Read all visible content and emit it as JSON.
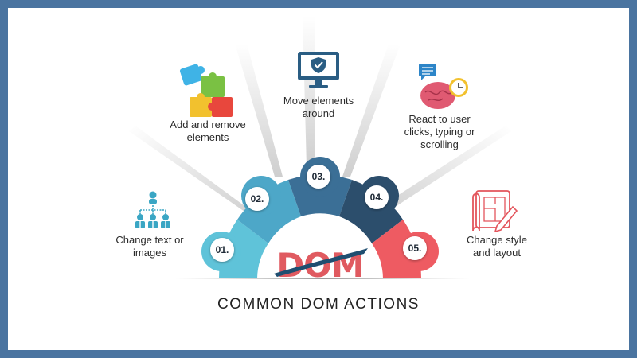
{
  "title": "COMMON DOM ACTIONS",
  "logo": {
    "text": "DOM",
    "color": "#e05a60",
    "swoosh_color": "#1f4e70"
  },
  "steps": [
    {
      "number": "01.",
      "label": "Change text or images",
      "segment_color": "#5fc3d9",
      "icon": "people-hierarchy-icon"
    },
    {
      "number": "02.",
      "label": "Add and remove elements",
      "segment_color": "#4da7c8",
      "icon": "puzzle-icon"
    },
    {
      "number": "03.",
      "label": "Move elements around",
      "segment_color": "#3b6f96",
      "icon": "monitor-shield-icon"
    },
    {
      "number": "04.",
      "label": "React to user clicks, typing or scrolling",
      "segment_color": "#2c4e6c",
      "icon": "brain-clock-icon"
    },
    {
      "number": "05.",
      "label": "Change style and layout",
      "segment_color": "#ee5b62",
      "icon": "blueprint-pencil-icon"
    }
  ],
  "colors": {
    "border": "#4a74a0",
    "background": "#ffffff"
  }
}
